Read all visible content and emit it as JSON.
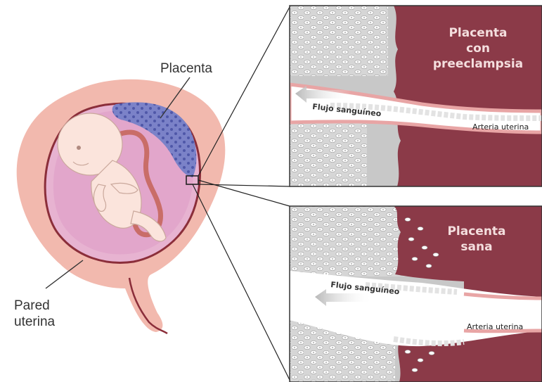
{
  "labels": {
    "placenta": "Placenta",
    "pared_line1": "Pared",
    "pared_line2": "uterina"
  },
  "top_panel": {
    "title_line1": "Placenta",
    "title_line2": "con",
    "title_line3": "preeclampsia",
    "flow_label": "Flujo sanguíneo",
    "artery_label": "Arteria uterina"
  },
  "bottom_panel": {
    "title_line1": "Placenta",
    "title_line2": "sana",
    "flow_label": "Flujo sanguíneo",
    "artery_label": "Arteria uterina"
  },
  "colors": {
    "placenta_tissue": "#8b3a48",
    "uterine_tissue": "#c8c8c8",
    "uterus_outer": "#f2b9ae",
    "placenta_blue": "#7b82c8",
    "amniotic": "#e7b3d1",
    "fetus": "#fbe4dc",
    "artery_pink": "#e8a5a5"
  }
}
